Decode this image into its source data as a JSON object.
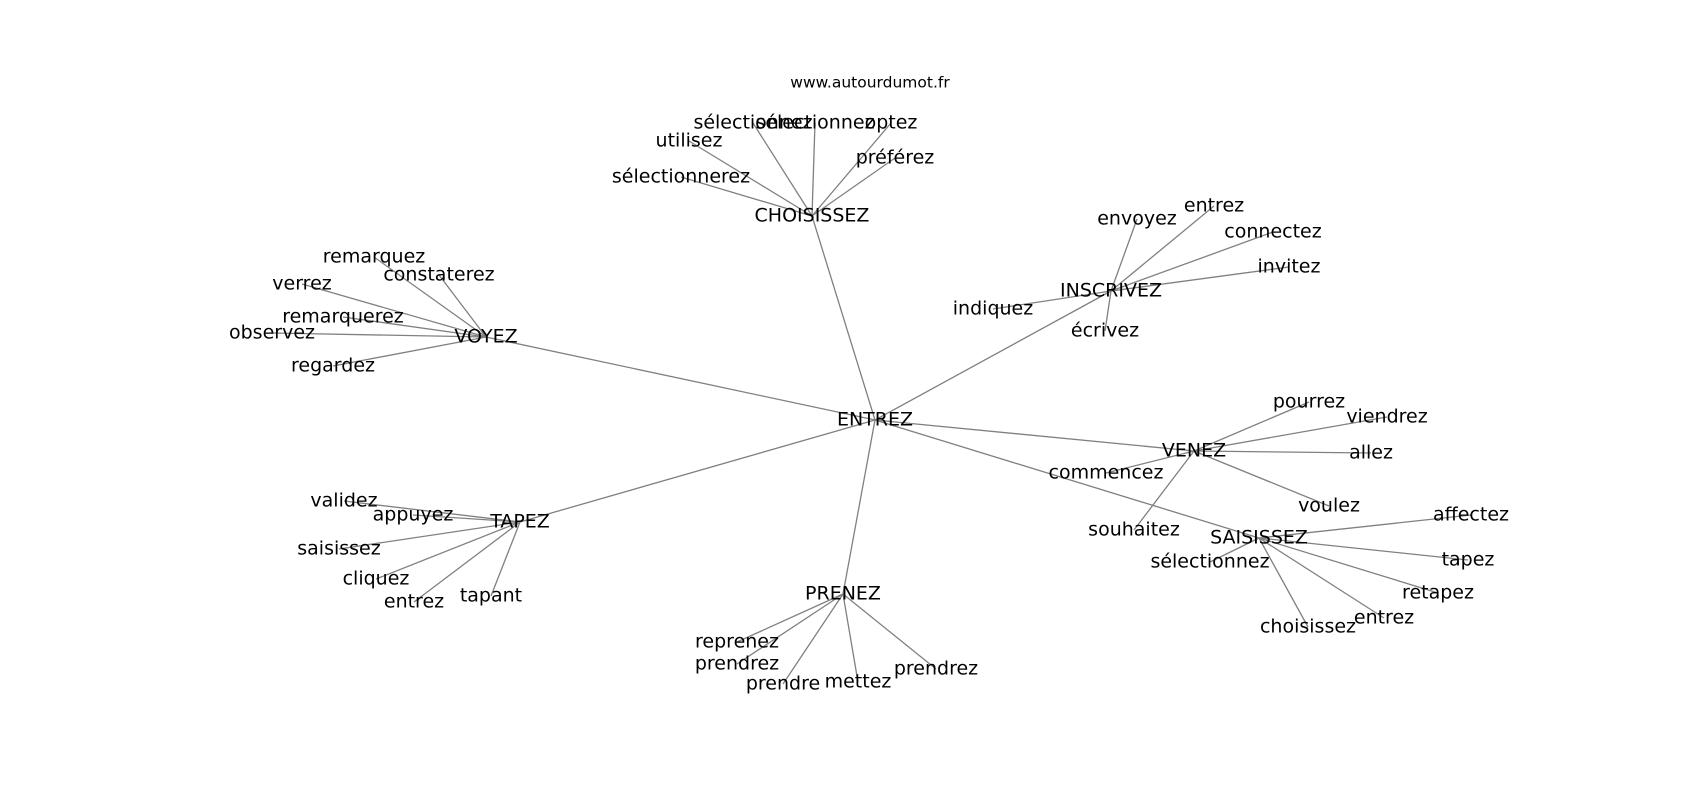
{
  "source": "www.autourdumot.fr",
  "colors": {
    "edge": "#808080",
    "text": "#000000",
    "background": "#ffffff"
  },
  "center": {
    "id": "ENTREZ",
    "label": "ENTREZ"
  },
  "groups": [
    {
      "hub": "CHOISISSEZ",
      "leaves": [
        "sélectionnez",
        "sélectionnez",
        "optez",
        "utilisez",
        "préférez",
        "sélectionnerez"
      ]
    },
    {
      "hub": "INSCRIVEZ",
      "leaves": [
        "envoyez",
        "entrez",
        "connectez",
        "invitez",
        "indiquez",
        "écrivez"
      ]
    },
    {
      "hub": "VOYEZ",
      "leaves": [
        "remarquez",
        "constaterez",
        "verrez",
        "remarquerez",
        "observez",
        "regardez"
      ]
    },
    {
      "hub": "VENEZ",
      "leaves": [
        "pourrez",
        "viendrez",
        "allez",
        "commencez",
        "voulez",
        "souhaitez"
      ]
    },
    {
      "hub": "TAPEZ",
      "leaves": [
        "validez",
        "appuyez",
        "saisissez",
        "cliquez",
        "entrez",
        "tapant"
      ]
    },
    {
      "hub": "PRENEZ",
      "leaves": [
        "reprenez",
        "prendrez",
        "prendre",
        "mettez",
        "prendrez"
      ]
    },
    {
      "hub": "SAISISSEZ",
      "leaves": [
        "affectez",
        "sélectionnez",
        "tapez",
        "retapez",
        "entrez",
        "choisissez"
      ]
    }
  ]
}
